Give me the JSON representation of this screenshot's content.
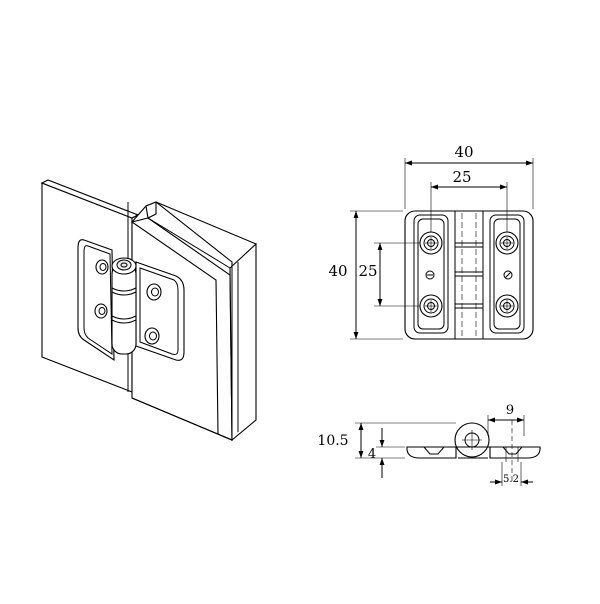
{
  "title": "",
  "dimensions": {
    "front_overall_width": "40",
    "front_hole_spacing_x": "25",
    "front_overall_height": "40",
    "front_hole_spacing_y": "25",
    "side_total_height": "10.5",
    "side_leaf_thickness": "4",
    "side_offset": "9",
    "side_hole_diameter": "5.2"
  },
  "views": {
    "isometric": "isometric-hinge-view",
    "front": "front-view",
    "side": "side-view"
  }
}
